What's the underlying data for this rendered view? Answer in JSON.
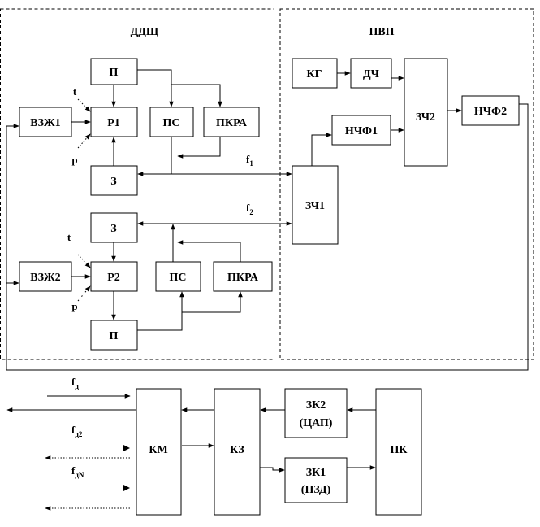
{
  "regions": {
    "left_title": "ДДЩ",
    "right_title": "ПВП"
  },
  "blocks": {
    "p_top": "П",
    "r1": "Р1",
    "ps_top": "ПС",
    "pkra_top": "ПКРА",
    "z_top": "З",
    "vzh1": "ВЗЖ1",
    "z_bot": "З",
    "r2": "Р2",
    "ps_bot": "ПС",
    "pkra_bot": "ПКРА",
    "vzh2": "ВЗЖ2",
    "p_bot": "П",
    "kg": "КГ",
    "dch": "ДЧ",
    "nchf1": "НЧФ1",
    "zch2": "ЗЧ2",
    "nchf2": "НЧФ2",
    "zch1": "ЗЧ1",
    "km": "КМ",
    "kz": "КЗ",
    "zk2_l1": "ЗК2",
    "zk2_l2": "(ЦАП)",
    "zk1_l1": "ЗК1",
    "zk1_l2": "(ПЗД)",
    "pk": "ПК"
  },
  "signals": {
    "t_top": "t",
    "p_top": "p",
    "t_bot": "t",
    "p_bot": "p",
    "f1_main": "f",
    "f1_sub": "1",
    "f2_main": "f",
    "f2_sub": "2",
    "fd_main": "f",
    "fd_sub": "д",
    "fd2_main": "f",
    "fd2_sub": "д2",
    "fdn_main": "f",
    "fdn_sub": "дN"
  }
}
